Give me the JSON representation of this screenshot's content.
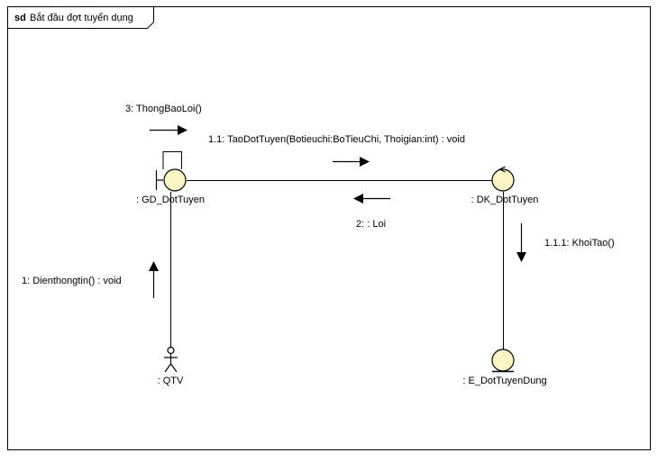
{
  "frame": {
    "keyword": "sd",
    "title": "Bắt đầu đợt tuyển dụng"
  },
  "objects": {
    "boundary": {
      "label": ": GD_DotTuyen",
      "kind": "boundary"
    },
    "control": {
      "label": ": DK_DotTuyen",
      "kind": "control"
    },
    "actor": {
      "label": ": QTV",
      "kind": "actor"
    },
    "entity": {
      "label": ": E_DotTuyenDung",
      "kind": "entity"
    }
  },
  "messages": {
    "m_error_notify": {
      "label": "3: ThongBaoLoi()",
      "direction": "right"
    },
    "m_create": {
      "label": "1.1: TaoDotTuyen(Botieuchi:BoTieuChi, Thoigian:int) : void",
      "direction": "right"
    },
    "m_error": {
      "label": "2:  : Loi",
      "direction": "left"
    },
    "m_init": {
      "label": "1.1.1: KhoiTao()",
      "direction": "down"
    },
    "m_input": {
      "label": "1: Dienthongtin() : void",
      "direction": "up"
    }
  },
  "colors": {
    "object_fill": "#fcf5c6",
    "stroke": "#000000",
    "background": "#ffffff"
  }
}
